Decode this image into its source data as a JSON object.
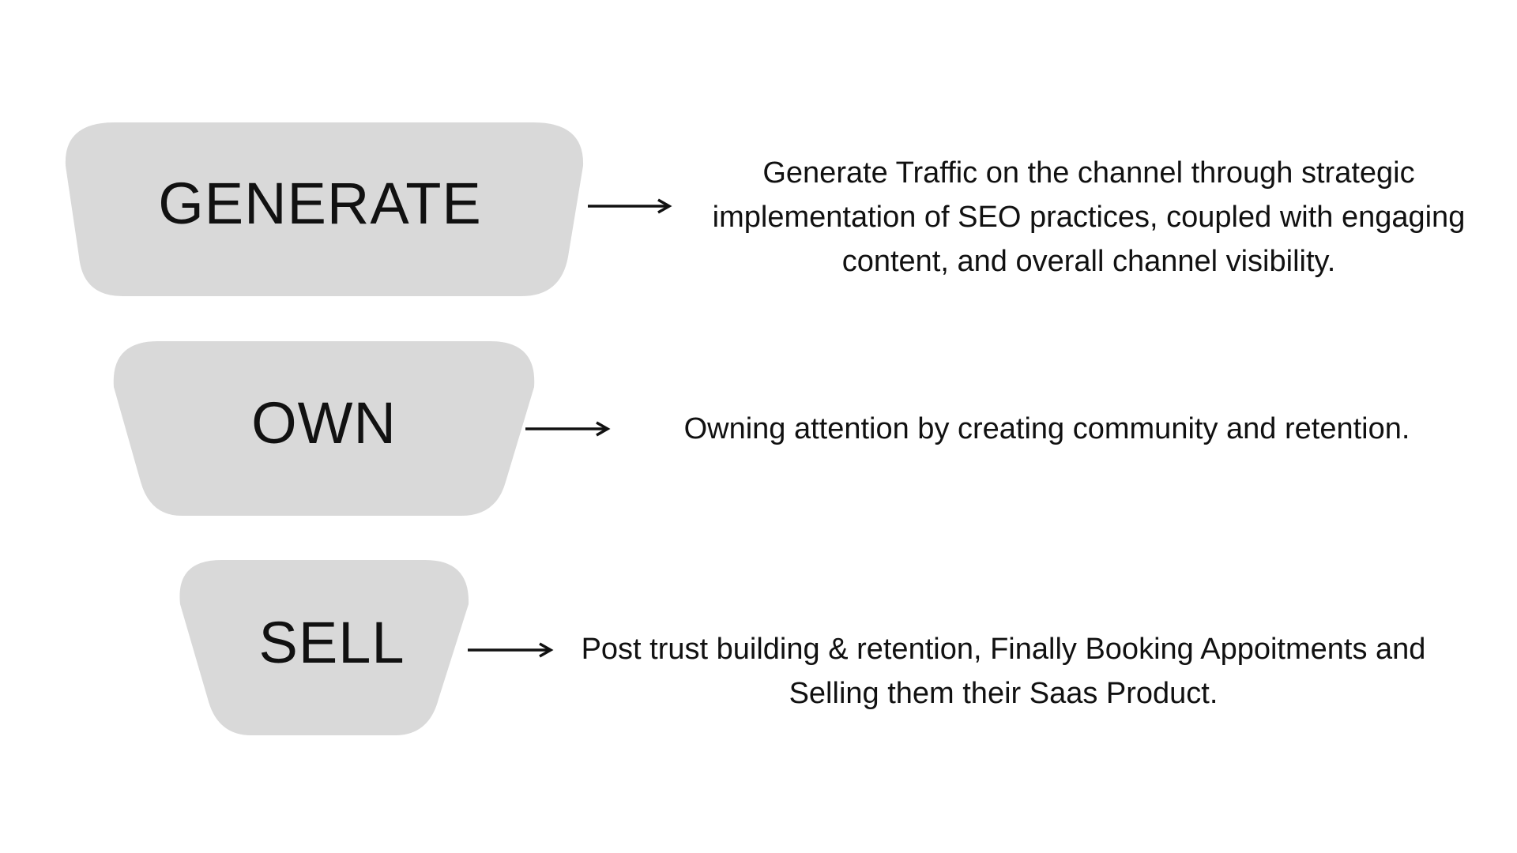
{
  "stages": [
    {
      "label": "GENERATE",
      "description": "Generate Traffic on the channel through strategic implementation of SEO practices, coupled with engaging content, and overall channel visibility."
    },
    {
      "label": "OWN",
      "description": "Owning attention by creating community and retention."
    },
    {
      "label": "SELL",
      "description": "Post trust building & retention, Finally Booking Appoitments and Selling them their Saas Product."
    }
  ],
  "colors": {
    "stage_fill": "#d9d9d9",
    "text": "#111111",
    "arrow": "#111111",
    "background": "#ffffff"
  },
  "icons": {
    "arrow": "arrow-right-icon"
  }
}
